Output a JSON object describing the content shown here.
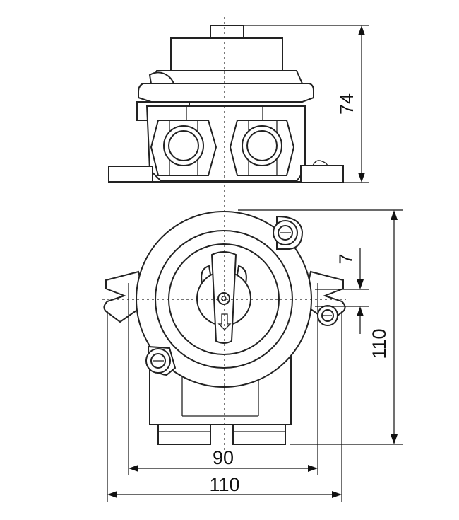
{
  "dimensions": {
    "height_top": "74",
    "offset": "7",
    "height_front": "110",
    "width_inner": "90",
    "width_outer": "110"
  }
}
